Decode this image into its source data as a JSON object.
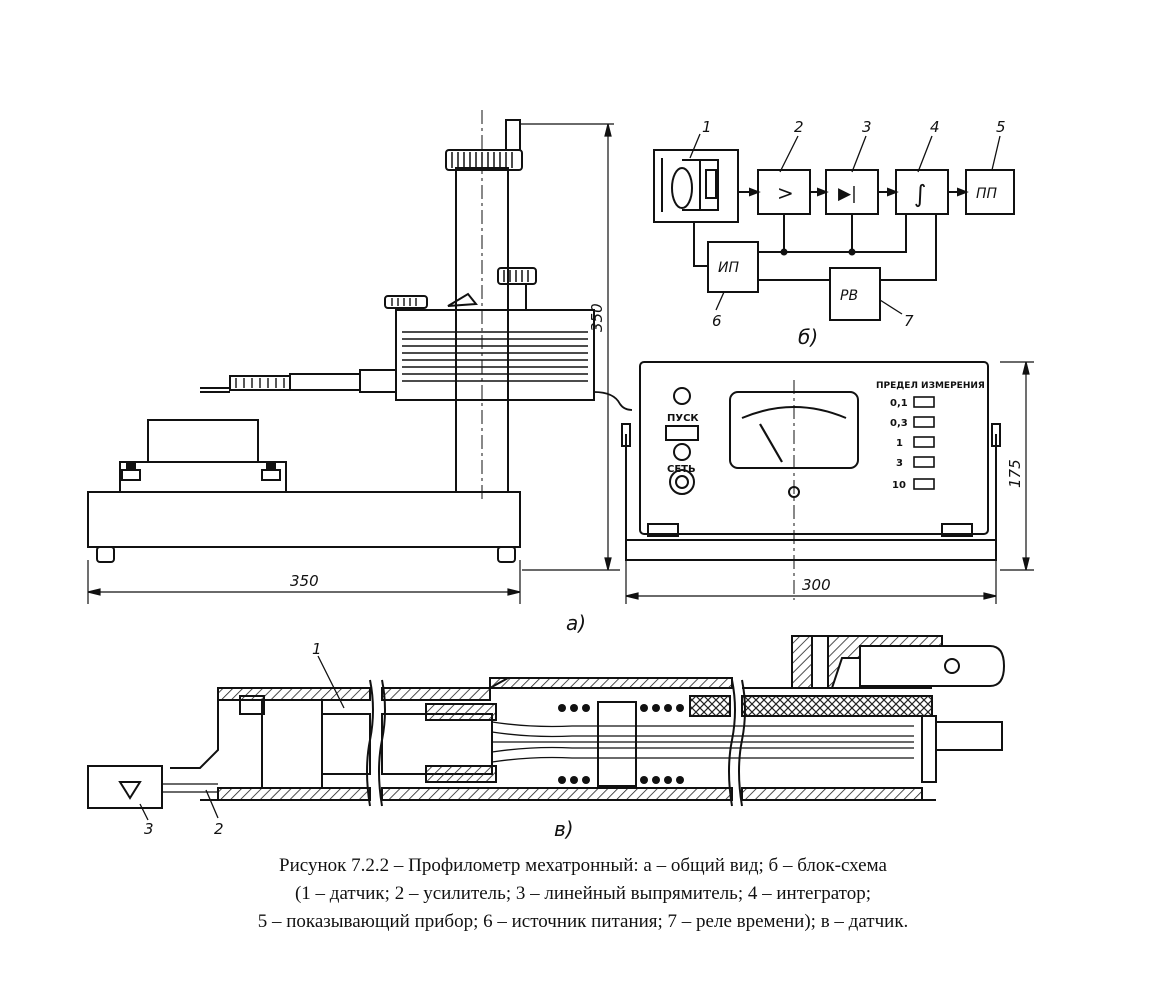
{
  "view_a": {
    "label": "а)",
    "stand_height_dim": "350",
    "stand_width_dim": "350",
    "unit_height_dim": "175",
    "unit_width_dim": "300",
    "panel": {
      "title": "ПРЕДЕЛ ИЗМЕРЕНИЯ",
      "start_label": "ПУСК",
      "power_label": "СЕТЬ",
      "ranges": [
        "0,1",
        "0,3",
        "1",
        "3",
        "10"
      ]
    }
  },
  "view_b": {
    "label": "б)",
    "block_labels": {
      "amplifier": ">",
      "rectifier": "▶|",
      "integrator": "∫",
      "indicator": "ПП",
      "power_supply": "ИП",
      "relay": "РВ"
    },
    "callouts": [
      "1",
      "2",
      "3",
      "4",
      "5",
      "6",
      "7"
    ]
  },
  "view_c": {
    "label": "в)",
    "callouts": [
      "1",
      "2",
      "3"
    ]
  },
  "caption_lines": [
    "Рисунок 7.2.2 – Профилометр мехатронный: а – общий вид; б – блок-схема",
    "(1 – датчик; 2 – усилитель; 3 – линейный выпрямитель; 4 – интегратор;",
    "5 – показывающий прибор; 6 – источник питания; 7 – реле времени); в – датчик."
  ]
}
